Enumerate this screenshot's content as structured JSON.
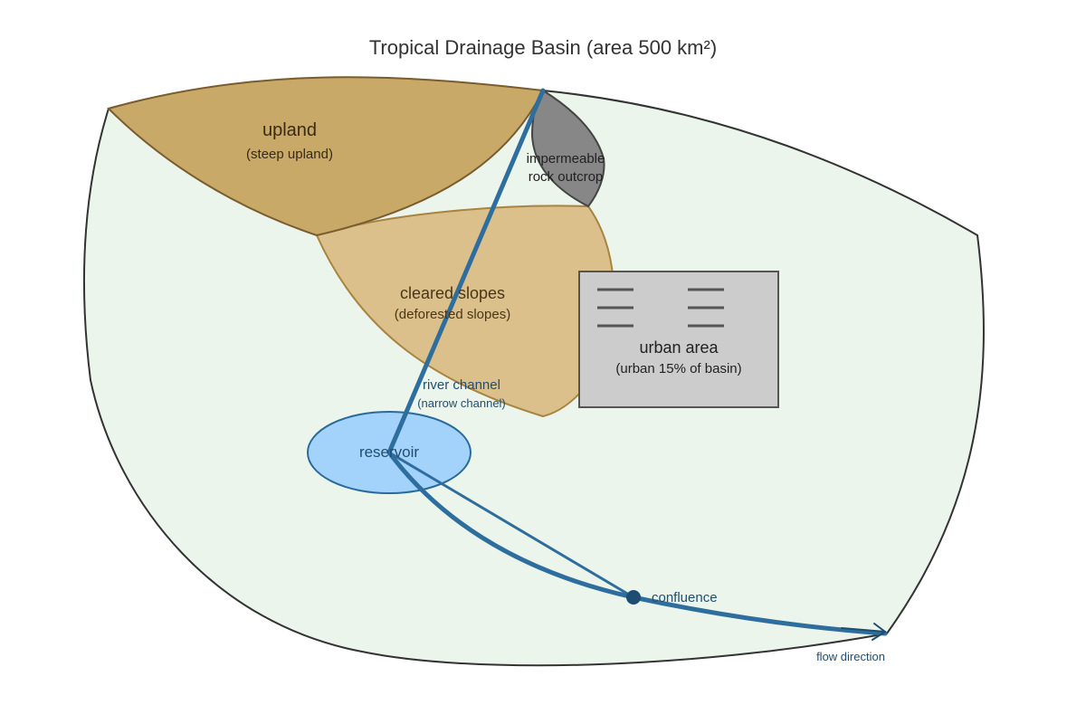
{
  "title": "Tropical Drainage Basin (area 500 km²)",
  "regions": {
    "upland": {
      "name": "upland",
      "detail": "(steep upland)"
    },
    "outcrop": {
      "line1": "impermeable",
      "line2": "rock outcrop"
    },
    "cleared": {
      "name": "cleared slopes",
      "detail": "(deforested slopes)"
    },
    "urban": {
      "name": "urban area",
      "detail": "(urban 15% of basin)"
    },
    "reservoir": {
      "name": "reservoir"
    }
  },
  "channel": {
    "name": "river channel",
    "detail": "(narrow channel)"
  },
  "confluence": {
    "name": "confluence"
  },
  "flow": {
    "label": "flow direction"
  },
  "colors": {
    "basin_fill": "#ecf5ec",
    "basin_stroke": "#333333",
    "upland_fill": "#c8a968",
    "upland_stroke": "#7a5c2e",
    "cleared_fill": "#dbc08c",
    "cleared_stroke": "#a8843f",
    "outcrop_fill": "#878787",
    "outcrop_stroke": "#444444",
    "urban_fill": "#cccccc",
    "urban_stroke": "#555555",
    "reservoir_fill": "#a3d3fb",
    "reservoir_stroke": "#2a6a9a",
    "river": "#2e6e9e",
    "river_text": "#1f4e70",
    "confluence_dot": "#1d4d72",
    "dark_text": "#3a2a12",
    "text": "#333333"
  }
}
